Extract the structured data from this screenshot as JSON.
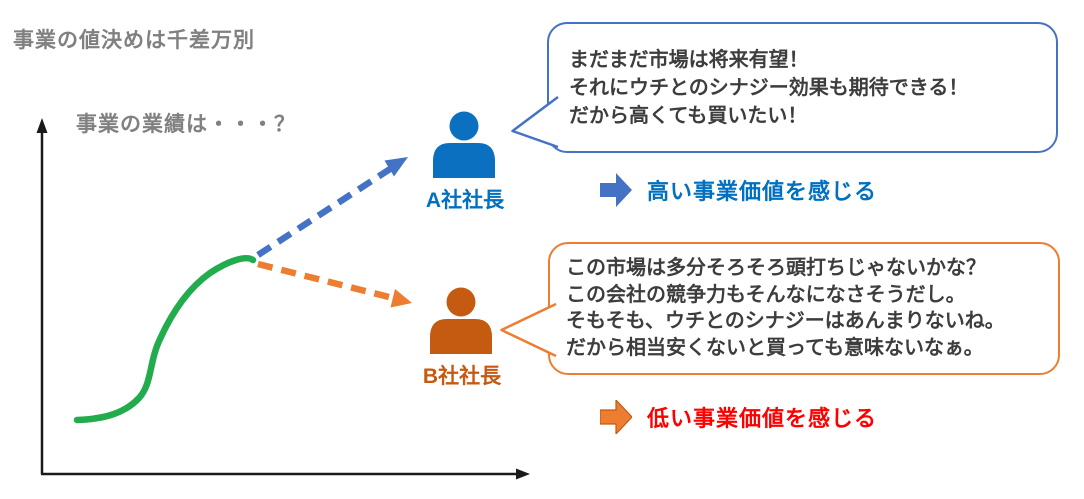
{
  "page": {
    "title": "事業の値決めは千差万別"
  },
  "chart": {
    "axis_label": "事業の業績は・・・？",
    "curve": {
      "type": "s-curve-growth",
      "color": "#22AC4E",
      "description_shape": "logistic growth curve rising then flattening"
    },
    "axis_color": "#1A1A1A",
    "projection_arrows": {
      "optimistic": {
        "direction": "up-right",
        "style": "dashed",
        "color": "#4472C4"
      },
      "pessimistic": {
        "direction": "down-right",
        "style": "dashed",
        "color": "#ED7D31"
      }
    }
  },
  "persons": {
    "a": {
      "label": "A社社長",
      "color": "#0070C0",
      "icon": "person-icon"
    },
    "b": {
      "label": "B社社長",
      "color": "#C55A11",
      "icon": "person-icon"
    }
  },
  "bubbles": {
    "a": {
      "border_color": "#4472C4",
      "text_color": "#3D3D3D",
      "lines": [
        "まだまだ市場は将来有望！",
        "それにウチとのシナジー効果も期待できる！",
        "だから高くても買いたい！"
      ]
    },
    "b": {
      "border_color": "#ED7D31",
      "text_color": "#3D3D3D",
      "lines": [
        "この市場は多分そろそろ頭打ちじゃないかな？",
        "この会社の競争力もそんなになさそうだし。",
        "そもそも、ウチとのシナジーはあんまりないね。",
        "だから相当安くないと買っても意味ないなぁ。"
      ]
    }
  },
  "conclusions": {
    "a": {
      "text": "高い事業価値を感じる",
      "text_color": "#0070C0",
      "arrow_icon": "right-block-arrow",
      "arrow_color": "#4472C4"
    },
    "b": {
      "text": "低い事業価値を感じる",
      "text_color": "#FF0000",
      "arrow_icon": "right-block-arrow",
      "arrow_color": "#ED7D31"
    }
  }
}
